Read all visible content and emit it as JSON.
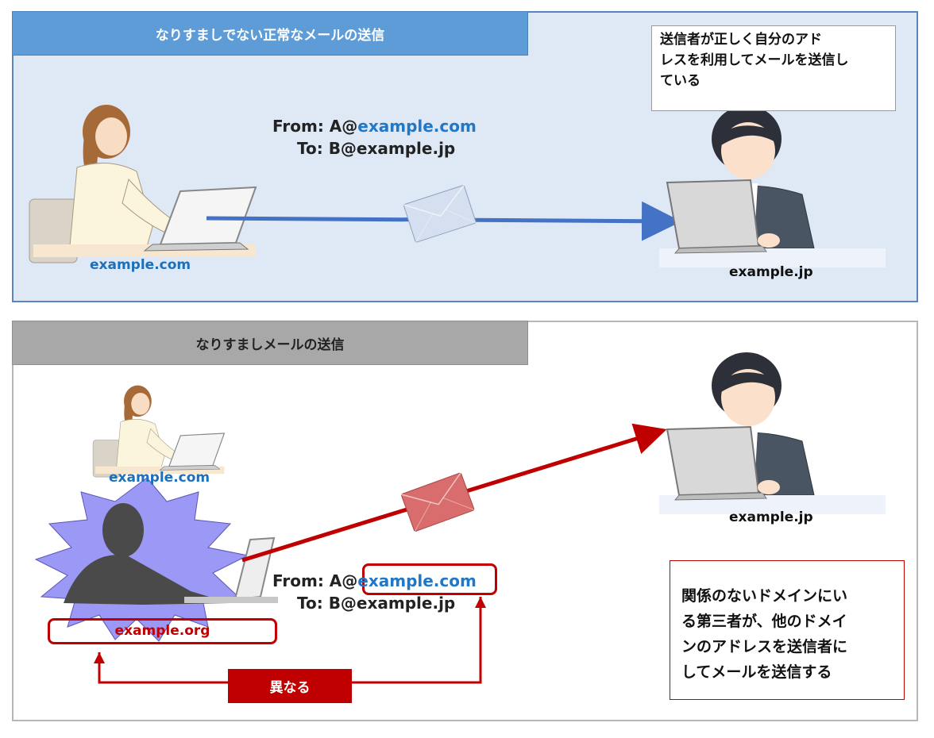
{
  "normal": {
    "title": "なりすましでない正常なメールの送信",
    "note_lines": [
      "送信者が正しく自分のアド",
      "レスを利用してメールを送信し",
      "ている"
    ],
    "from_prefix": "From: A@",
    "from_domain": "example.com",
    "to": "To: B@example.jp",
    "sender_domain": "example.com",
    "recipient_domain": "example.jp"
  },
  "spoof": {
    "title": "なりすましメールの送信",
    "legit_sender_domain": "example.com",
    "attacker_domain": "example.org",
    "from_prefix": "From: A@",
    "from_domain": "example.com",
    "to": "To: B@example.jp",
    "recipient_domain": "example.jp",
    "different_label": "異なる",
    "note_lines": [
      "関係のないドメインにい",
      "る第三者が、他のドメイ",
      "ンのアドレスを送信者に",
      "してメールを送信する"
    ]
  },
  "colors": {
    "normal_arrow": "#4472c4",
    "spoof_arrow": "#c00000",
    "domain_blue": "#1f6fb8",
    "alert_red": "#c00000"
  }
}
